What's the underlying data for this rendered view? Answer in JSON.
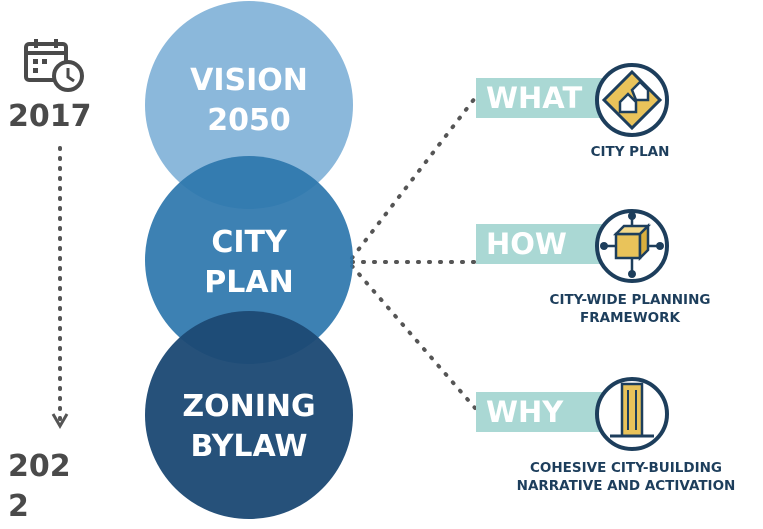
{
  "timeline": {
    "start_year": "2017",
    "end_year_line1": "202",
    "end_year_line2": "2",
    "icon": "calendar-clock-icon"
  },
  "circles": [
    {
      "line1": "VISION",
      "line2": "2050",
      "color": "#8bb8db"
    },
    {
      "line1": "CITY",
      "line2": "PLAN",
      "color": "#2c76ad"
    },
    {
      "line1": "ZONING",
      "line2": "BYLAW",
      "color": "#1d4a75"
    }
  ],
  "branches": [
    {
      "tag": "WHAT",
      "caption_line1": "CITY PLAN",
      "caption_line2": "",
      "icon": "city-map-icon"
    },
    {
      "tag": "HOW",
      "caption_line1": "CITY-WIDE PLANNING",
      "caption_line2": "FRAMEWORK",
      "icon": "network-cube-icon"
    },
    {
      "tag": "WHY",
      "caption_line1": "COHESIVE CITY-BUILDING",
      "caption_line2": "NARRATIVE AND ACTIVATION",
      "icon": "building-icon"
    }
  ],
  "colors": {
    "tag_fill": "#aad8d4",
    "icon_ring": "#1d3e5c",
    "icon_gold": "#e9c35a",
    "dots": "#555555",
    "year_text": "#4a4a4a"
  }
}
